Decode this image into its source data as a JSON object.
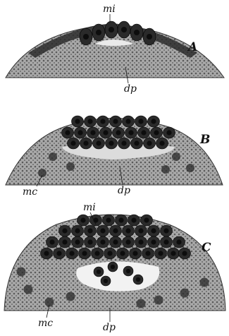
{
  "figure": {
    "panels": [
      {
        "id": "A",
        "letter": "A",
        "labels": {
          "top": "mi",
          "bottom": "dp"
        }
      },
      {
        "id": "B",
        "letter": "B",
        "labels": {
          "left": "mc",
          "bottom": "dp"
        }
      },
      {
        "id": "C",
        "letter": "C",
        "labels": {
          "top": "mi",
          "left": "mc",
          "bottom": "dp"
        }
      }
    ]
  },
  "colors": {
    "tissue": "#9a9a9a",
    "tissue_texture": "#4a4a4a",
    "cell_dark": "#2a2a2a",
    "cell_nucleus": "#0d0d0d",
    "cavity": "#f4f4f4",
    "ink": "#111111"
  }
}
